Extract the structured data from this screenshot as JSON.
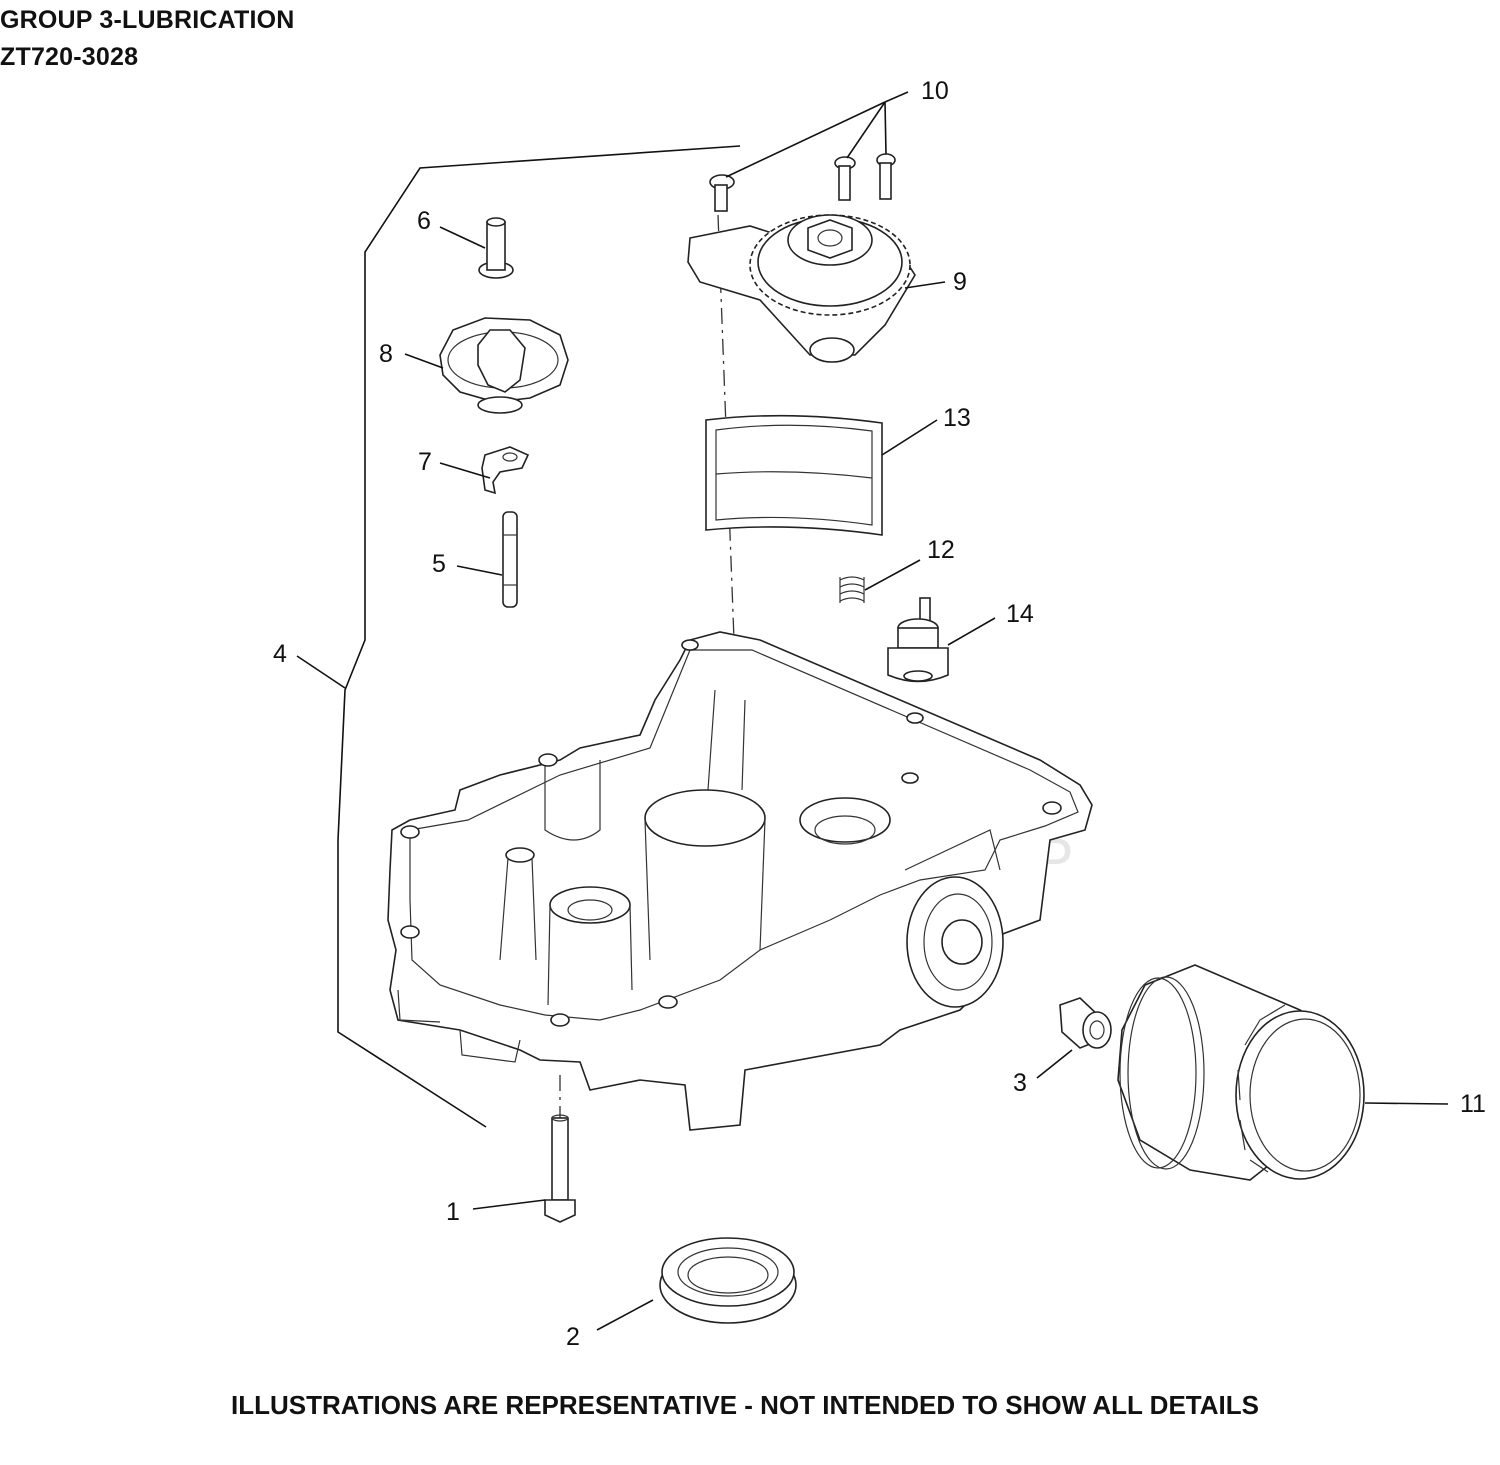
{
  "header": {
    "title": "GROUP 3-LUBRICATION",
    "model": "ZT720-3028"
  },
  "footer": {
    "note": "ILLUSTRATIONS ARE REPRESENTATIVE - NOT INTENDED TO SHOW ALL DETAILS"
  },
  "callouts": {
    "c1": "1",
    "c2": "2",
    "c3": "3",
    "c4": "4",
    "c5": "5",
    "c6": "6",
    "c7": "7",
    "c8": "8",
    "c9": "9",
    "c10": "10",
    "c11": "11",
    "c12": "12",
    "c13": "13",
    "c14": "14"
  }
}
